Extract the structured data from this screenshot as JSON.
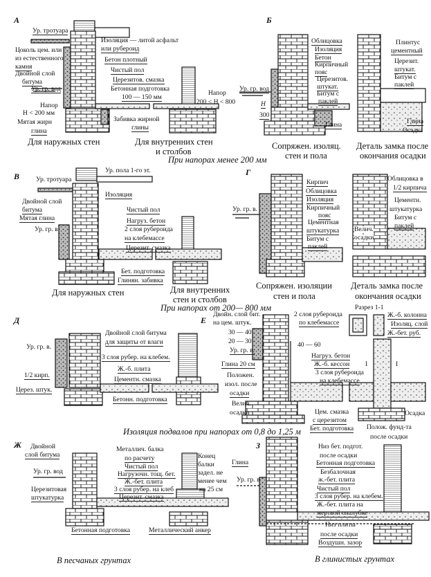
{
  "colors": {
    "ink": "#111111",
    "paper": "#ffffff"
  },
  "A": {
    "letter": "А",
    "labels": [
      "Ур. тротуара",
      "Изоляция — литой асфальт",
      "или рубероид",
      "Цоколь цем. или",
      "из естественного",
      "камня",
      "Бетон плотный",
      "Двойной слой",
      "битума",
      "Чистый пол",
      "Церезитов. смазка",
      "Ур. гр. вод",
      "Бетонная подготовка",
      "100 — 150 мм",
      "Напор",
      "H < 200 мм",
      "Забивка жирной",
      "глины",
      "Мятая жирн",
      "глина",
      "Напор",
      "200 < H < 800"
    ],
    "captions": [
      "Для наружных стен",
      "Для внутренних стен",
      "и столбов"
    ]
  },
  "B": {
    "letter": "Б",
    "labels": [
      "Облицовка",
      "Изоляция",
      "Бетон",
      "Кирпичный",
      "пояс",
      "Церезитов.",
      "штукат.",
      "Битум с",
      "паклей",
      "Глина",
      "Ур. гр. вод",
      "H",
      "300",
      "Плинтус",
      "цементный",
      "Церезит.",
      "штукат.",
      "Битум с",
      "паклей",
      "Глина",
      "Осадка"
    ],
    "captions": [
      "Сопряжен. изоляц.",
      "стен и пола",
      "Деталь замка после",
      "окончания осадки"
    ]
  },
  "heading1": "При напорах менее 200 мм",
  "V": {
    "letter": "В",
    "labels": [
      "Ур. пола 1-го эт.",
      "Ур. тротуара",
      "Изоляция",
      "Двойной слой",
      "битума",
      "Мятая глина",
      "Чистый пол",
      "Нагруз. бетон",
      "Ур. гр. в",
      "2 слоя рубероида",
      "на клебемассе",
      "Церезит. смазка",
      "Бет. подготовка",
      "Глинян. забивка"
    ],
    "captions": [
      "Для наружных стен",
      "Для внутренних",
      "стен и столбов"
    ]
  },
  "G": {
    "letter": "Г",
    "labels": [
      "Кирпич",
      "Облицовка",
      "Изоляция",
      "Кирпичный",
      "пояс",
      "Цементная",
      "штукатурка",
      "Битум с",
      "паклей",
      "Ур. гр. в.",
      "Облицовка в",
      "1/2 кирпича",
      "Цементн.",
      "штукатурка",
      "Битум с",
      "паклей",
      "Велич.",
      "осадки"
    ],
    "captions": [
      "Сопряжен. изоляции",
      "стен и пола",
      "Деталь замка после",
      "окончания осадки"
    ]
  },
  "heading2": "При напорах от 200— 800 мм",
  "D": {
    "letter": "Д",
    "labels": [
      "Двойной слой битума",
      "для защиты от влаги",
      "Ур. гр. в.",
      "3 слоя рубер. на клебем.",
      "Ж.-б. плита",
      "1/2 кирп.",
      "Цементн. смазка",
      "Церез. штук.",
      "Бетонн. подготовка"
    ]
  },
  "E": {
    "letter": "Е",
    "labels": [
      "Двойн. слой бит.",
      "на цем. штук.",
      "2 слоя рубероида",
      "по клебемассе",
      "30 — 40",
      "20 — 30",
      "40 — 60",
      "Ур. гр. в.",
      "Нагруз. бетон",
      "Ж.-б. кессон",
      "3 слоя рубероида",
      "на клебемассе",
      "Глина 20 см",
      "Положен.",
      "изол. после",
      "осадки",
      "Велич.",
      "осадки",
      "Цем. смазка",
      "с церезитом",
      "Бет. подготовка",
      "Разрез 1-1",
      "Ж.-б. колонна",
      "Изоляц. слой",
      "Ж.-бет. руб.",
      "I",
      "I",
      "Осадка",
      "Полож. фунд-та",
      "после осадки"
    ]
  },
  "heading3": "Изоляция подвалов при напорах от 0,8 до 1,25 м",
  "Zh": {
    "letter": "Ж",
    "labels": [
      "Двойной",
      "слой битума",
      "Металлич. балка",
      "по расчету",
      "Ур. гр. вод",
      "Чистый пол",
      "Нагрузочн. тощ. бет.",
      "Ж.-бет. плита",
      "3 слоя рубер. на клеб",
      "Церезитовая",
      "штукатурка",
      "Церезит. смазка",
      "Конец",
      "балки",
      "задел. не",
      "менее чем",
      "на 25 см",
      "Бетонная подготовка",
      "Металлический анкер"
    ],
    "caption": "В песчаных грунтах"
  },
  "Z": {
    "letter": "З",
    "labels": [
      "Глина",
      "Ур. гр. в",
      "Низ бет. подгот.",
      "после осадки",
      "Бетонная подготовка",
      "Безбалочная",
      "ж.-бет. плита",
      "Чистый пол",
      "3 слоя рубер. на клебем.",
      "Ж.-бет. плита на",
      "мертвой опалубке",
      "Низ плиты",
      "после осадки",
      "Воздушн. зазор"
    ],
    "caption": "В глинистых грунтах"
  }
}
